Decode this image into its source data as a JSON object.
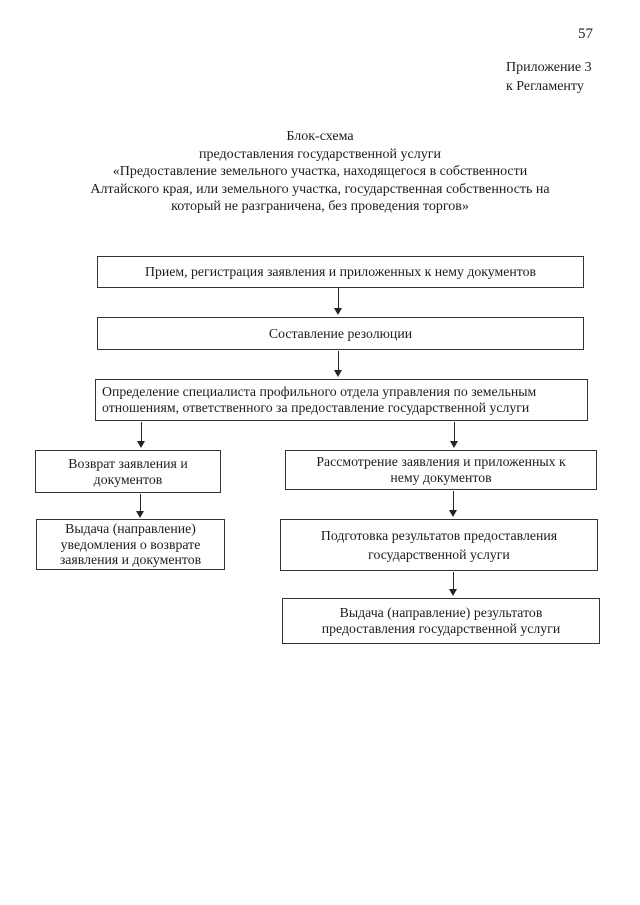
{
  "page": {
    "number": "57",
    "appendix": {
      "line1": "Приложение 3",
      "line2": "к Регламенту"
    }
  },
  "title": {
    "line1": "Блок-схема",
    "line2": "предоставления государственной услуги",
    "line3": "«Предоставление земельного участка, находящегося в собственности",
    "line4": "Алтайского края, или земельного участка, государственная собственность на",
    "line5": "который не разграничена, без проведения торгов»"
  },
  "flowchart": {
    "boxes": [
      {
        "id": "reception",
        "lines": [
          "Прием, регистрация заявления и приложенных к нему документов"
        ]
      },
      {
        "id": "resolution",
        "lines": [
          "Составление резолюции"
        ]
      },
      {
        "id": "specialist",
        "lines": [
          "Определение специалиста профильного отдела управления по земельным",
          "отношениям, ответственного за предоставление государственной услуги"
        ]
      },
      {
        "id": "return",
        "lines": [
          "Возврат заявления и",
          "документов"
        ]
      },
      {
        "id": "return-notice",
        "lines": [
          "Выдача (направление)",
          "уведомления о возврате",
          "заявления и документов"
        ]
      },
      {
        "id": "review",
        "lines": [
          "Рассмотрение заявления и приложенных к",
          "нему документов"
        ]
      },
      {
        "id": "prepare-results",
        "lines": [
          "Подготовка результатов предоставления",
          "государственной услуги"
        ]
      },
      {
        "id": "issue-results",
        "lines": [
          "Выдача (направление) результатов",
          "предоставления государственной услуги"
        ]
      }
    ],
    "edges": [
      {
        "from": "reception",
        "to": "resolution"
      },
      {
        "from": "resolution",
        "to": "specialist"
      },
      {
        "from": "specialist",
        "to": "return"
      },
      {
        "from": "specialist",
        "to": "review"
      },
      {
        "from": "return",
        "to": "return-notice"
      },
      {
        "from": "review",
        "to": "prepare-results"
      },
      {
        "from": "prepare-results",
        "to": "issue-results"
      }
    ]
  },
  "colors": {
    "ink": "#1c1c1c",
    "box_border": "#353535",
    "background": "#ffffff"
  }
}
